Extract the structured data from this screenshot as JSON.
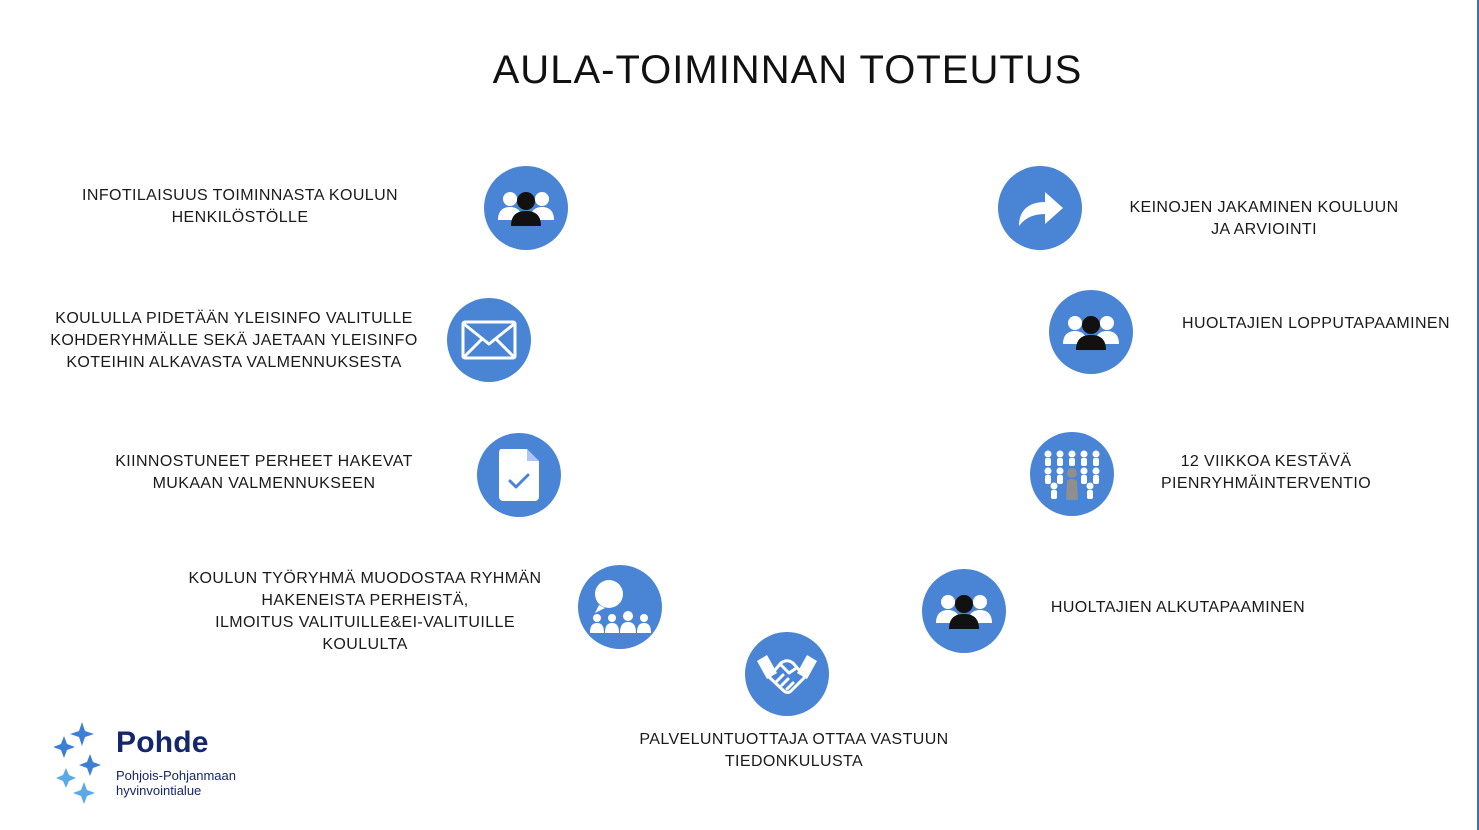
{
  "title": "AULA-TOIMINNAN TOTEUTUS",
  "colors": {
    "icon_circle": "#4a84d4",
    "logo_text": "#14276b",
    "logo_star": "#3b7fd6",
    "logo_star_light": "#5aaae6"
  },
  "steps": [
    {
      "icon": "group-icon",
      "label": "INFOTILAISUUS TOIMINNASTA KOULUN\nHENKILÖSTÖLLE"
    },
    {
      "icon": "envelope-icon",
      "label": "KOULULLA PIDETÄÄN YLEISINFO VALITULLE\nKOHDERYHMÄLLE SEKÄ JAETAAN YLEISINFO\nKOTEIHIN ALKAVASTA VALMENNUKSESTA"
    },
    {
      "icon": "document-check-icon",
      "label": "KIINNOSTUNEET PERHEET HAKEVAT\nMUKAAN VALMENNUKSEEN"
    },
    {
      "icon": "audience-icon",
      "label": "KOULUN TYÖRYHMÄ MUODOSTAA RYHMÄN\nHAKENEISTA PERHEISTÄ,\nILMOITUS VALITUILLE&EI-VALITUILLE\nKOULULTA"
    },
    {
      "icon": "handshake-icon",
      "label": "PALVELUNTUOTTAJA OTTAA VASTUUN\nTIEDONKULUSTA"
    },
    {
      "icon": "group-icon",
      "label": "HUOLTAJIEN ALKUTAPAAMINEN"
    },
    {
      "icon": "crowd-icon",
      "label": "12 VIIKKOA KESTÄVÄ\nPIENRYHMÄINTERVENTIO"
    },
    {
      "icon": "group-icon",
      "label": "HUOLTAJIEN LOPPUTAPAAMINEN"
    },
    {
      "icon": "share-arrow-icon",
      "label": "KEINOJEN JAKAMINEN KOULUUN\nJA ARVIOINTI"
    }
  ],
  "logo": {
    "icon": "star-cluster-icon",
    "name": "Pohde",
    "subtitle": "Pohjois-Pohjanmaan\nhyvinvointialue"
  }
}
